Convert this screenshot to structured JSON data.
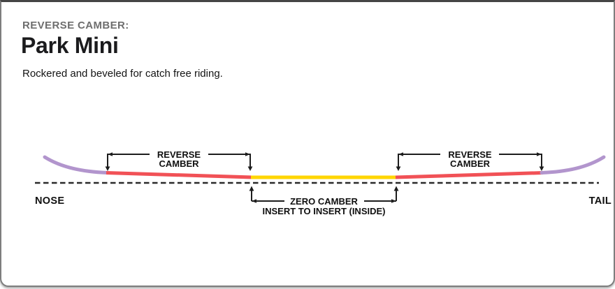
{
  "card": {
    "kicker": "REVERSE CAMBER:",
    "title": "Park Mini",
    "description": "Rockered and beveled for catch free riding."
  },
  "diagram": {
    "type": "snowboard-camber-profile",
    "labels": {
      "reverse_camber_line1": "REVERSE",
      "reverse_camber_line2": "CAMBER",
      "zero_camber": "ZERO CAMBER",
      "zero_camber_sub": "INSERT TO INSERT (INSIDE)",
      "nose": "NOSE",
      "tail": "TAIL"
    },
    "segments": [
      {
        "name": "nose-rocker",
        "color": "#b295cd"
      },
      {
        "name": "reverse-camber-left",
        "color": "#f15156"
      },
      {
        "name": "zero-camber-insert-to-insert",
        "color": "#ffd600"
      },
      {
        "name": "reverse-camber-right",
        "color": "#f15156"
      },
      {
        "name": "tail-rocker",
        "color": "#b295cd"
      }
    ],
    "colors": {
      "rocker": "#b295cd",
      "reverse_camber": "#f15156",
      "zero_camber": "#ffd600",
      "line": "#1d1d1d",
      "baseline": "#2a2a2a"
    }
  }
}
